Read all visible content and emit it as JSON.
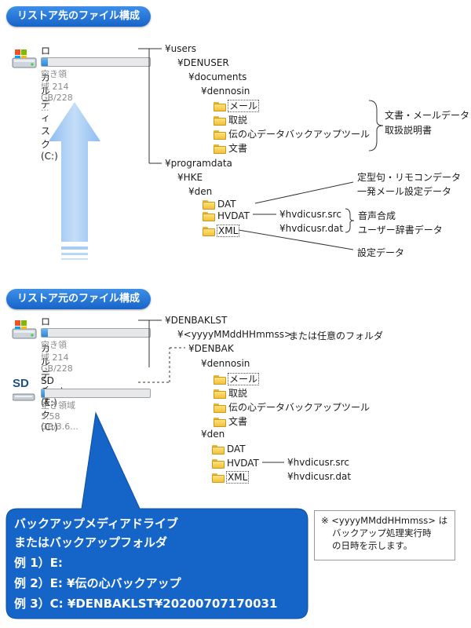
{
  "sections": {
    "restore_dest_title": "リストア先のファイル構成",
    "restore_src_title": "リストア元のファイル構成"
  },
  "drives": {
    "local_c_1": {
      "name": "ローカル ディスク (C:)",
      "free": "空き領域 214 GB/228 ...",
      "used_fraction": 0.06
    },
    "local_c_2": {
      "name": "ローカル ディスク (C:)",
      "free": "空き領域 214 GB/228 ...",
      "used_fraction": 0.06
    },
    "sd_card": {
      "name": "SD Card (E:)",
      "free": "空き領域 3.58 GB/3.6...",
      "used_fraction": 0.03,
      "logo": "SD"
    }
  },
  "dest_tree": {
    "users": "¥users",
    "denuser": "¥DENUSER",
    "documents": "¥documents",
    "dennosin": "¥dennosin",
    "folders_a": [
      "メール",
      "取説",
      "伝の心データバックアップツール",
      "文書"
    ],
    "programdata": "¥programdata",
    "hke": "¥HKE",
    "den": "¥den",
    "folders_b": [
      "DAT",
      "HVDAT",
      "XML"
    ],
    "hvdat_files": [
      "¥hvdicusr.src",
      "¥hvdicusr.dat"
    ]
  },
  "dest_notes": {
    "docs": [
      "文書・メールデータ",
      "取扱説明書"
    ],
    "dat": [
      "定型句・リモコンデータ",
      "一発メール設定データ"
    ],
    "hvdat": [
      "音声合成",
      "ユーザー辞書データ"
    ],
    "xml": "設定データ"
  },
  "src_tree": {
    "denbaklst": "¥DENBAKLST",
    "datetime": "¥<yyyyMMddHHmmss>",
    "datetime_note": "または任意のフォルダ",
    "denbak": "¥DENBAK",
    "dennosin": "¥dennosin",
    "folders_a": [
      "メール",
      "取説",
      "伝の心データバックアップツール",
      "文書"
    ],
    "den": "¥den",
    "folders_b": [
      "DAT",
      "HVDAT",
      "XML"
    ],
    "hvdat_files": [
      "¥hvdicusr.src",
      "¥hvdicusr.dat"
    ]
  },
  "callout": {
    "lines": [
      "バックアップメディアドライブ",
      "またはバックアップフォルダ",
      "例 1）E:",
      "例 2）E: ¥伝の心バックアップ",
      "例 3）C: ¥DENBAKLST¥20200707170031"
    ]
  },
  "footnote": {
    "lines": [
      "※ <yyyyMMddHHmmss> は",
      "バックアップ処理実行時",
      "の日時を示します。"
    ]
  },
  "colors": {
    "pill": "#1f6fd6",
    "callout": "#1560c8",
    "arrow": "#a8cdf5"
  }
}
